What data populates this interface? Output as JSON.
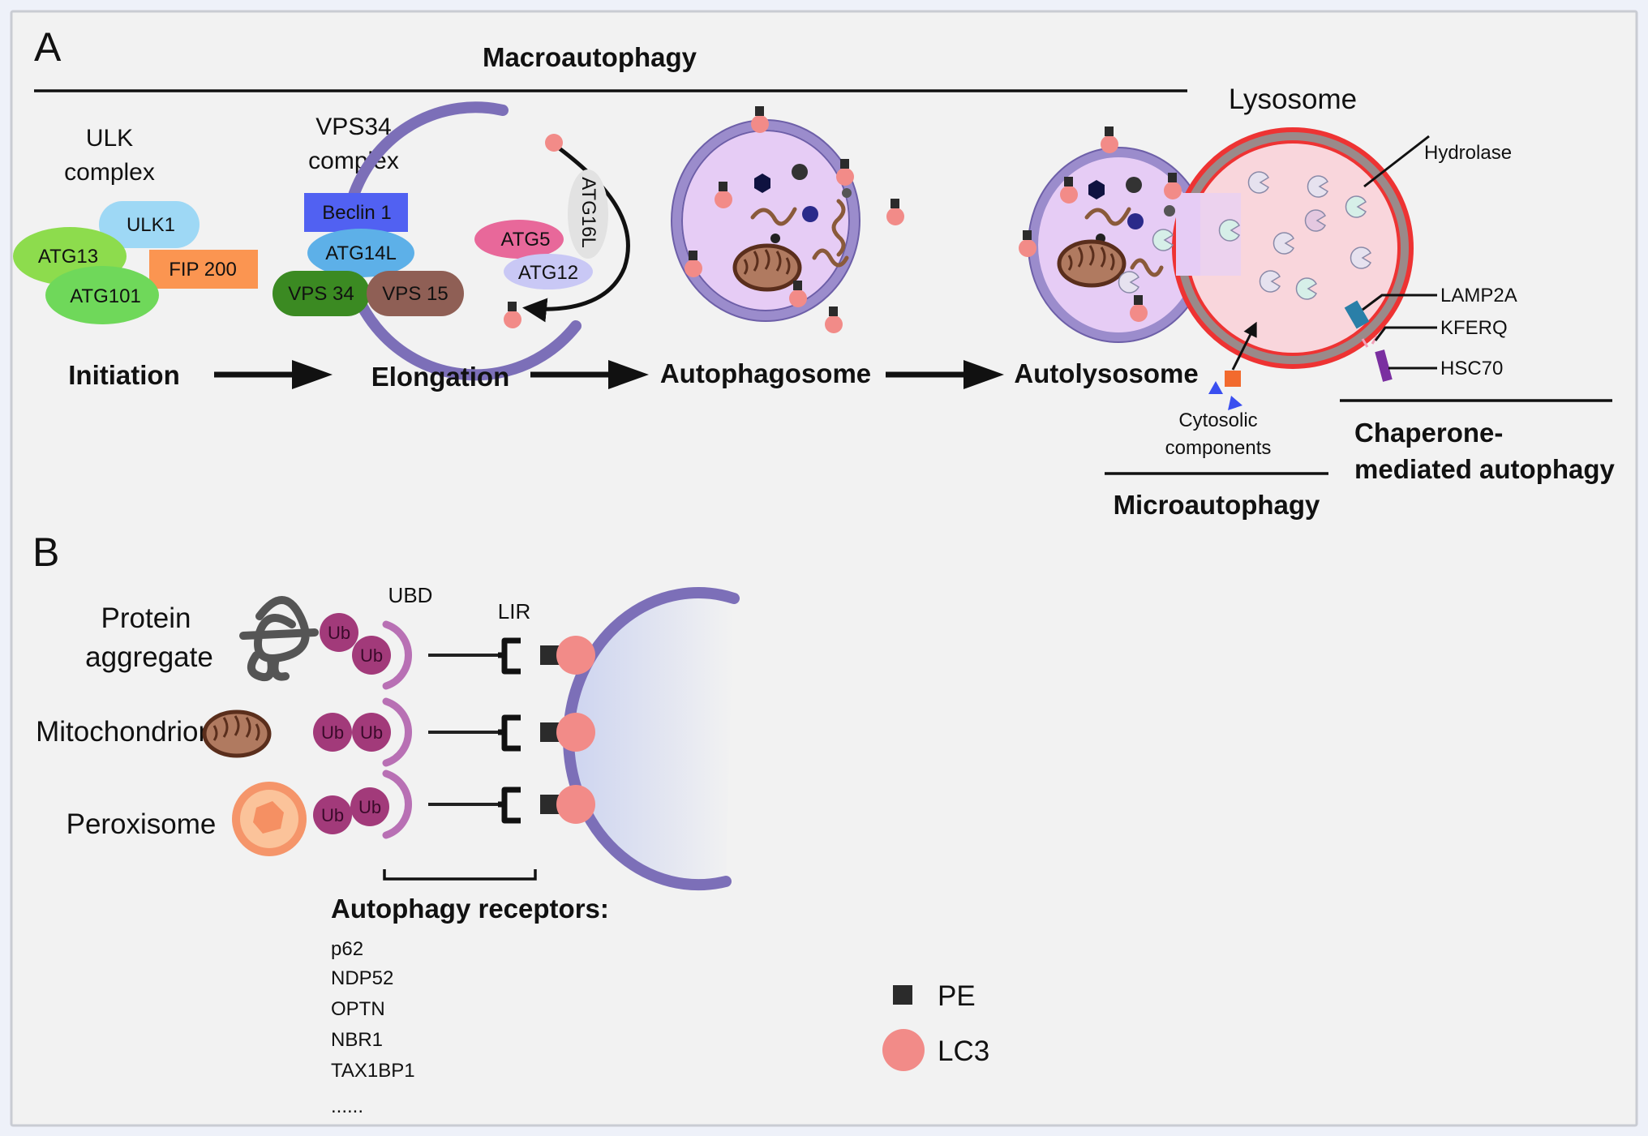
{
  "panels": {
    "a": {
      "label": "A",
      "macro_title": "Macroautophagy",
      "ulk": {
        "title_line1": "ULK",
        "title_line2": "complex",
        "proteins": [
          "ULK1",
          "ATG13",
          "FIP 200",
          "ATG101"
        ]
      },
      "vps": {
        "title_line1": "VPS34",
        "title_line2": "complex",
        "proteins": [
          "Beclin 1",
          "ATG14L",
          "VPS 34",
          "VPS 15"
        ]
      },
      "conj": {
        "proteins": [
          "ATG5",
          "ATG16L",
          "ATG12"
        ]
      },
      "stages": [
        "Initiation",
        "Elongation",
        "Autophagosome",
        "Autolysosome"
      ],
      "lysosome": {
        "title": "Lysosome",
        "hydrolase": "Hydrolase",
        "lamp2a": "LAMP2A",
        "kferq": "KFERQ",
        "hsc70": "HSC70"
      },
      "micro": {
        "cytosolic_line1": "Cytosolic",
        "cytosolic_line2": "components",
        "title": "Microautophagy"
      },
      "cma": {
        "title_line1": "Chaperone-",
        "title_line2": "mediated autophagy"
      }
    },
    "b": {
      "label": "B",
      "ubd": "UBD",
      "lir": "LIR",
      "ub": "Ub",
      "cargos": [
        {
          "line1": "Protein",
          "line2": "aggregate"
        },
        {
          "line1": "Mitochondrion",
          "line2": ""
        },
        {
          "line1": "Peroxisome",
          "line2": ""
        }
      ],
      "receptors_title": "Autophagy receptors:",
      "receptors": [
        "p62",
        "NDP52",
        "OPTN",
        "NBR1",
        "TAX1BP1",
        "......"
      ]
    },
    "legend": {
      "items": [
        {
          "label": "PE",
          "icon": "square-icon",
          "color": "#2b2b2b"
        },
        {
          "label": "LC3",
          "icon": "circle-icon",
          "color": "#f28b88"
        }
      ]
    }
  },
  "colors": {
    "membrane": "#7c6fb8",
    "lumen": "#e6ccf5",
    "lysosome_border": "#ee3333",
    "lysosome_lumen": "#f9d6dc",
    "lc3": "#f28b88",
    "pe": "#2b2b2b",
    "ub": "#a23a7a",
    "ubd": "#b870b4"
  }
}
